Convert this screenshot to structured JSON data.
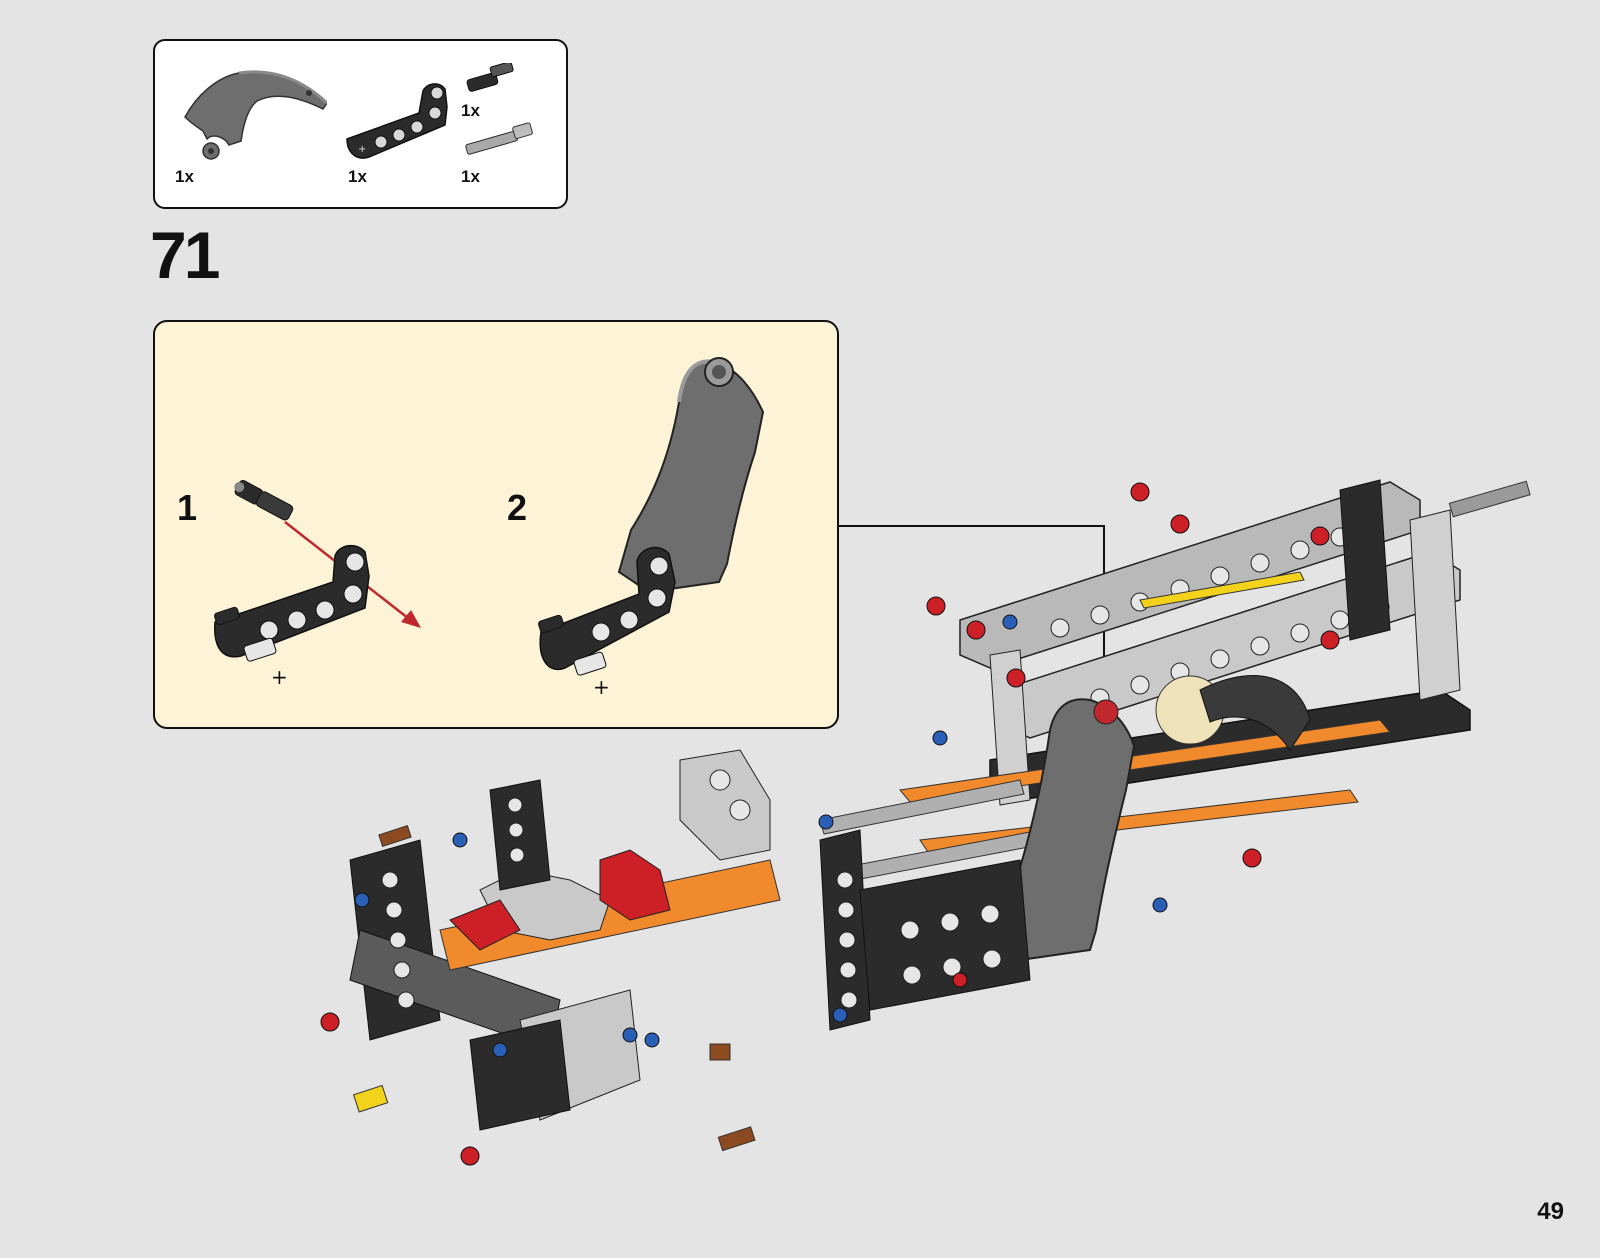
{
  "parts_list": {
    "items": [
      {
        "name": "dark-gray-curved-panel",
        "quantity": "1x"
      },
      {
        "name": "black-l-beam",
        "quantity": "1x"
      },
      {
        "name": "black-axle-pin",
        "quantity": "1x"
      },
      {
        "name": "gray-axle",
        "quantity": "1x"
      }
    ]
  },
  "step": {
    "number": "71"
  },
  "substeps": [
    {
      "label": "1"
    },
    {
      "label": "2"
    }
  ],
  "page": {
    "number": "49"
  },
  "colors": {
    "background": "#e3e4e3",
    "substep_background": "#fdf3d6",
    "arrow_red": "#c0282d",
    "beam_black": "#2b2b2b",
    "beam_gray": "#b9b9b9",
    "panel_gray": "#6e6e6e",
    "accent_orange": "#f08a2c",
    "accent_red": "#cc1f26",
    "accent_blue": "#2a5fb5",
    "accent_yellow": "#f3d21b"
  }
}
